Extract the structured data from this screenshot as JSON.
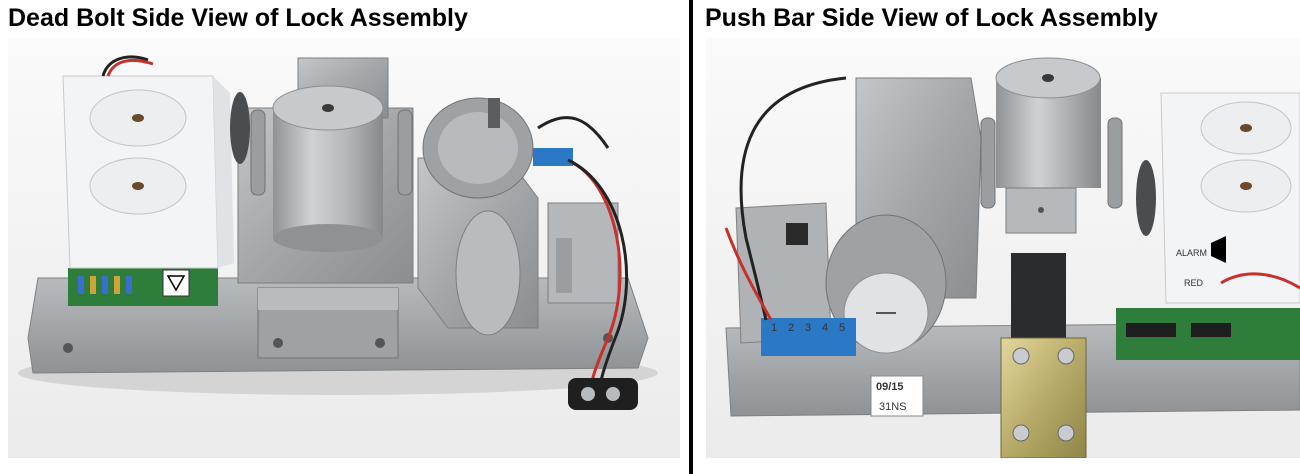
{
  "left_panel": {
    "title": "Dead Bolt Side View of Lock Assembly"
  },
  "right_panel": {
    "title": "Push Bar Side View of Lock Assembly",
    "label_terminal_numbers": [
      "1",
      "2",
      "3",
      "4",
      "5"
    ],
    "label_date": "09/15",
    "label_model": "31NS",
    "label_alarm": "ALARM",
    "label_red": "RED"
  },
  "colors": {
    "background": "#ffffff",
    "divider": "#000000",
    "title_text": "#000000",
    "metal": "#a9adb0",
    "plastic_white": "#f3f4f6",
    "pcb_green": "#2f7d3a",
    "terminal_blue": "#2a78c6"
  }
}
